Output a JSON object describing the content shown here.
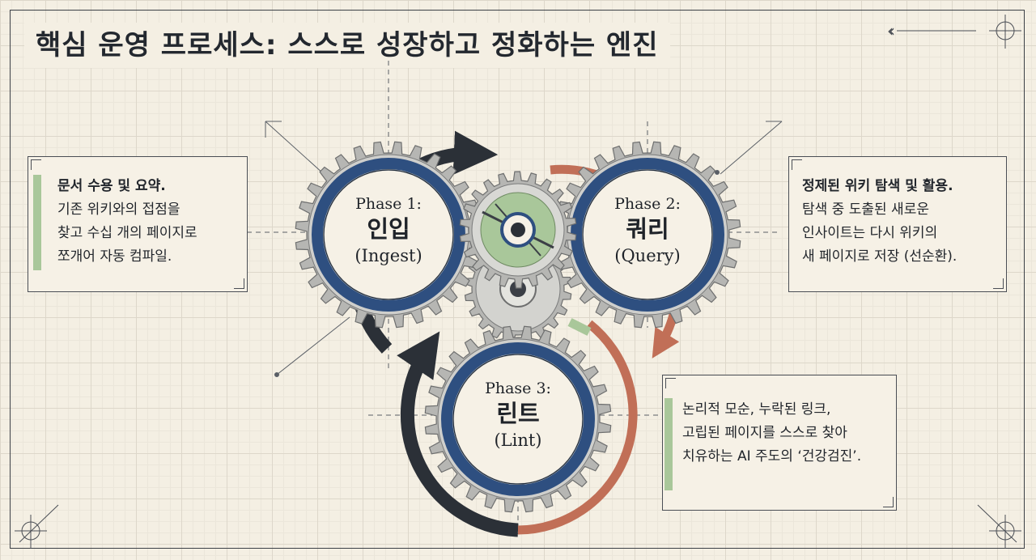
{
  "title": "핵심 운영 프로세스: 스스로 성장하고 정화하는 엔진",
  "colors": {
    "background": "#f4efe3",
    "ink": "#23282f",
    "blue": "#2e4f80",
    "orange": "#c16f57",
    "green": "#a9c79a",
    "gear": "#b6b6b3"
  },
  "phases": [
    {
      "phase": "Phase 1:",
      "name": "인입",
      "eng": "(Ingest)"
    },
    {
      "phase": "Phase 2:",
      "name": "쿼리",
      "eng": "(Query)"
    },
    {
      "phase": "Phase 3:",
      "name": "린트",
      "eng": "(Lint)"
    }
  ],
  "callouts": [
    {
      "lines": [
        "문서 수용 및 요약.",
        "기존 위키와의 접점을",
        "찾고 수십 개의 페이지로",
        "쪼개어 자동 컴파일."
      ]
    },
    {
      "lines": [
        "정제된 위키 탐색 및 활용.",
        "탐색 중 도출된 새로운",
        "인사이트는 다시 위키의",
        "새 페이지로 저장 (선순환)."
      ]
    },
    {
      "lines": [
        "논리적 모순, 누락된 링크,",
        "고립된 페이지를 스스로 찾아",
        "치유하는 AI 주도의 ‘건강검진’."
      ]
    }
  ],
  "icons": [
    "rewind-icon",
    "crosshair-icon"
  ]
}
